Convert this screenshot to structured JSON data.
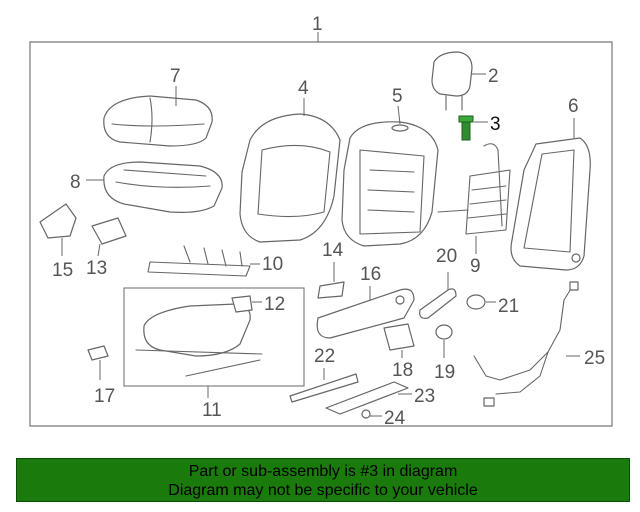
{
  "diagram": {
    "callouts": {
      "c1": "1",
      "c2": "2",
      "c3": "3",
      "c4": "4",
      "c5": "5",
      "c6": "6",
      "c7": "7",
      "c8": "8",
      "c9": "9",
      "c10": "10",
      "c11": "11",
      "c12": "12",
      "c13": "13",
      "c14": "14",
      "c15": "15",
      "c16": "16",
      "c17": "17",
      "c18": "18",
      "c19": "19",
      "c20": "20",
      "c21": "21",
      "c22": "22",
      "c23": "23",
      "c24": "24",
      "c25": "25"
    },
    "highlight_color": "#2e8b2e"
  },
  "banner": {
    "line1": "Part or sub-assembly is #3 in diagram",
    "line2": "Diagram may not be specific to your vehicle",
    "background": "#1a7a0c"
  }
}
